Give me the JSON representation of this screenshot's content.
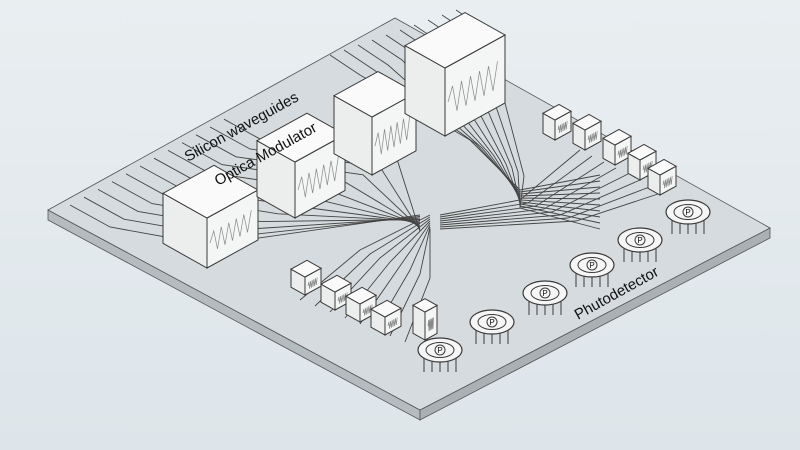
{
  "labels": {
    "waveguides": "Silicon waveguides",
    "modulator": "Optica Modulator",
    "photodetector": "Phutodetector"
  },
  "detector_symbol": "P",
  "colors": {
    "board_top": "#d5dbde",
    "board_side": "#b5bcc0",
    "box_face": "#f4f5f5",
    "line": "#3a3a3a"
  }
}
